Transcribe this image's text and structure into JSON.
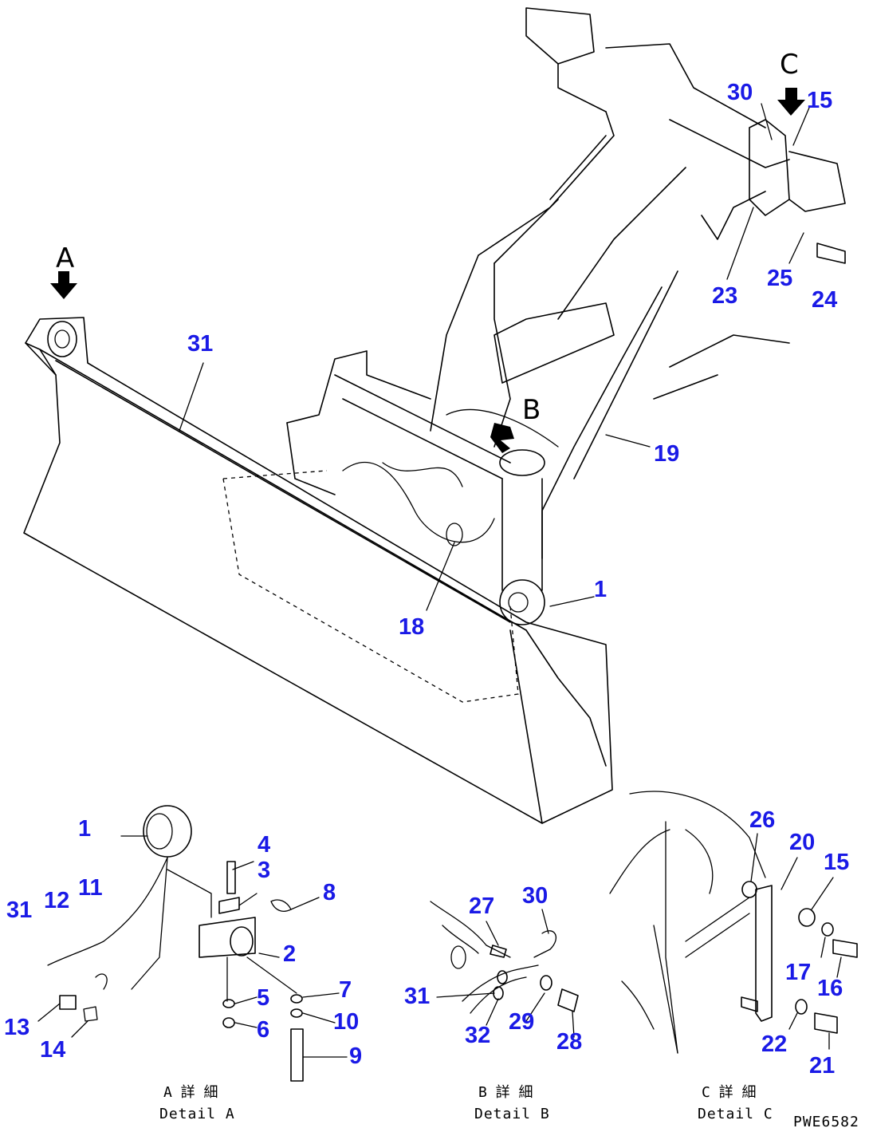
{
  "diagram": {
    "view_letters": [
      "A",
      "B",
      "C"
    ],
    "drawing_code": "PWE6582",
    "details": [
      {
        "id": "A",
        "jp": "A 詳 細",
        "en": "Detail A"
      },
      {
        "id": "B",
        "jp": "B 詳 細",
        "en": "Detail B"
      },
      {
        "id": "C",
        "jp": "C 詳 細",
        "en": "Detail C"
      }
    ],
    "callouts_main": [
      "31",
      "30",
      "15",
      "25",
      "24",
      "23",
      "19",
      "18",
      "1"
    ],
    "callouts_detail_a": [
      "1",
      "4",
      "3",
      "8",
      "2",
      "31",
      "12",
      "11",
      "7",
      "10",
      "5",
      "6",
      "9",
      "13",
      "14"
    ],
    "callouts_detail_b": [
      "27",
      "30",
      "31",
      "32",
      "29",
      "28"
    ],
    "callouts_detail_c": [
      "26",
      "20",
      "15",
      "17",
      "16",
      "22",
      "21"
    ]
  }
}
